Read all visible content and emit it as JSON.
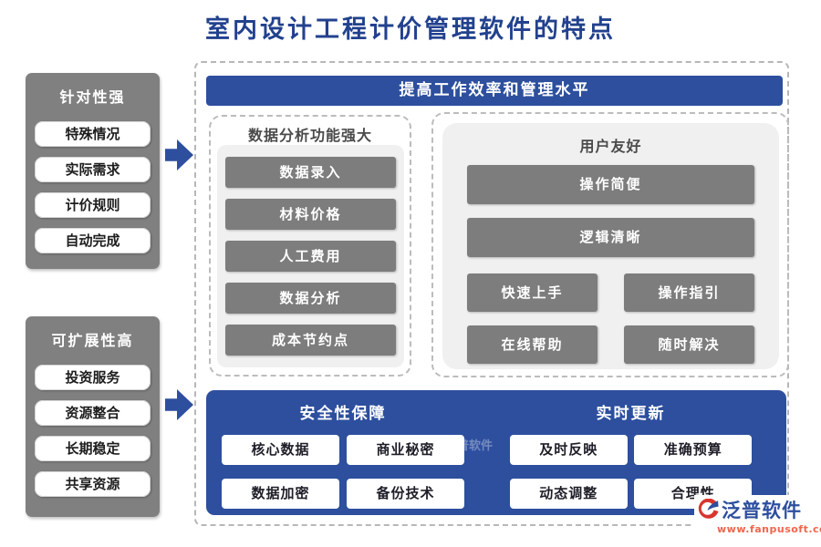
{
  "title": "室内设计工程计价管理软件的特点",
  "sidebar": {
    "targeted": {
      "header": "针对性强",
      "items": [
        "特殊情况",
        "实际需求",
        "计价规则",
        "自动完成"
      ]
    },
    "scalable": {
      "header": "可扩展性高",
      "items": [
        "投资服务",
        "资源整合",
        "长期稳定",
        "共享资源"
      ]
    }
  },
  "main": {
    "banner": "提高工作效率和管理水平",
    "data_analysis": {
      "header": "数据分析功能强大",
      "items": [
        "数据录入",
        "材料价格",
        "人工费用",
        "数据分析",
        "成本节约点"
      ]
    },
    "user_friendly": {
      "header": "用户友好",
      "wide_items": [
        "操作简便",
        "逻辑清晰"
      ],
      "grid_items": [
        "快速上手",
        "操作指引",
        "在线帮助",
        "随时解决"
      ]
    },
    "security": {
      "header": "安全性保障",
      "items": [
        "核心数据",
        "商业秘密",
        "数据加密",
        "备份技术"
      ]
    },
    "realtime": {
      "header": "实时更新",
      "items": [
        "及时反映",
        "准确预算",
        "动态调整",
        "合理性"
      ]
    }
  },
  "footer": {
    "brand": "泛普软件",
    "url": "www.fanpusoft.com"
  },
  "colors": {
    "accent_blue": "#2d4f9e",
    "title_blue": "#22418e",
    "box_gray": "#808080",
    "button_gray": "#7d7d7d",
    "panel_gray": "#f0f0f0",
    "url_red": "#f0654c",
    "logo_red": "#d9352f"
  }
}
